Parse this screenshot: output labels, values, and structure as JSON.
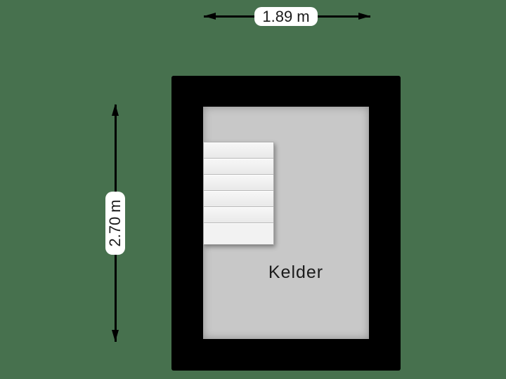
{
  "colors": {
    "background": "#47714e",
    "wall": "#000000",
    "floor": "#c8c8c8",
    "stair": "#f0f0f0",
    "label_bg": "#ffffff",
    "text": "#1b1b1b"
  },
  "room": {
    "name": "Kelder"
  },
  "dimensions": {
    "width_label": "1.89 m",
    "height_label": "2.70 m"
  },
  "stairs": {
    "steps": 6
  }
}
